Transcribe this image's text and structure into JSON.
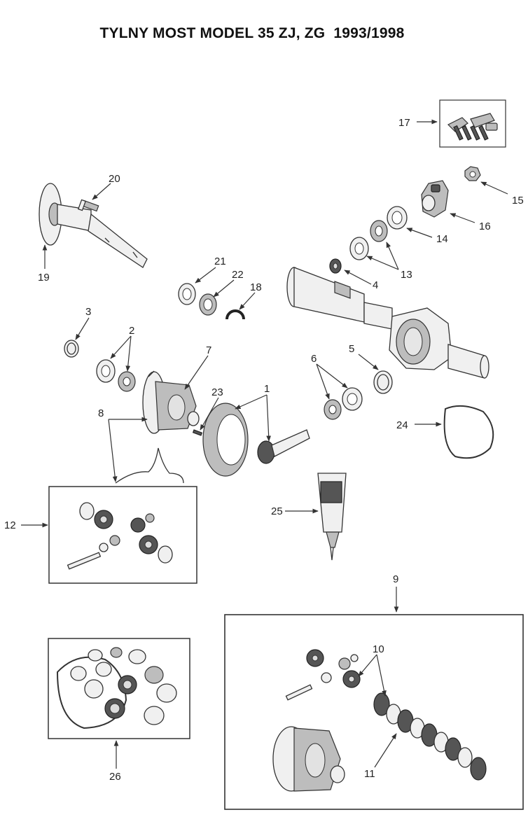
{
  "title": "TYLNY MOST MODEL 35 ZJ, ZG  1993/1998",
  "callouts": [
    "1",
    "2",
    "3",
    "4",
    "5",
    "6",
    "7",
    "8",
    "9",
    "10",
    "11",
    "12",
    "13",
    "14",
    "15",
    "16",
    "17",
    "18",
    "19",
    "20",
    "21",
    "22",
    "23",
    "24",
    "25",
    "26"
  ],
  "colors": {
    "ink": "#333333",
    "background": "#ffffff"
  }
}
